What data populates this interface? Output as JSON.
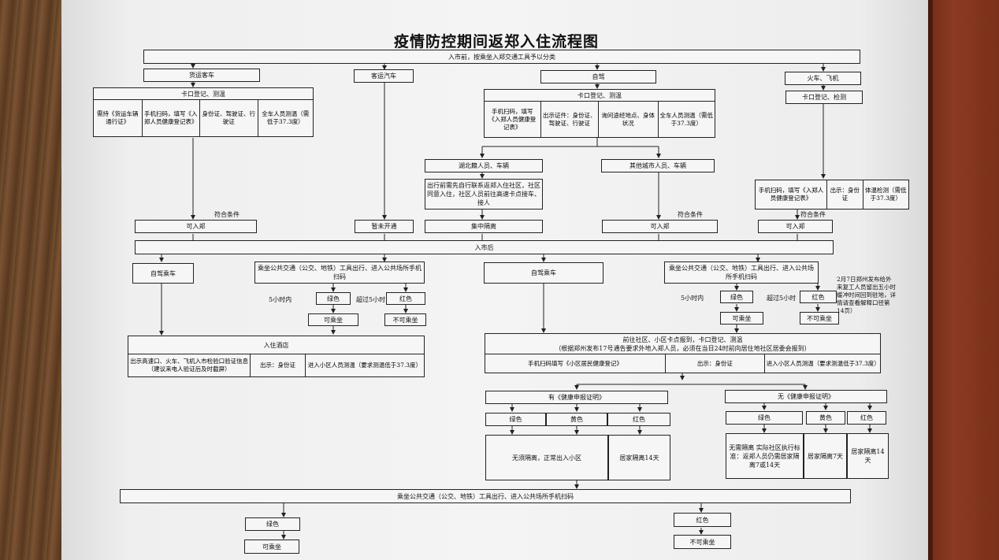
{
  "title": "疫情防控期间返郑入住流程图",
  "top_bar": "入市前，按乘坐入郑交通工具予以分类",
  "categories": {
    "freight": "货运客车",
    "bus": "客运汽车",
    "self_drive": "自驾",
    "train_plane": "火车、飞机"
  },
  "checkpoints": {
    "freight": "卡口登记、测温",
    "self_drive": "卡口登记、测温",
    "train_plane": "卡口登记、检测"
  },
  "freight_cells": [
    "需持《货运车辆通行证》",
    "手机扫码，填写《入郑人员健康登记表》",
    "身份证、驾驶证、行驶证",
    "全车人员测温（需低于37.3度）"
  ],
  "self_cells": [
    "手机扫码，填写《入郑人员健康登记表》",
    "出示证件：身份证、驾驶证、行驶证",
    "询问途经地点、身体状况",
    "全车人员测温（需低于37.3度）"
  ],
  "hubei": "湖北籍人员、车辆",
  "other_city": "其他城市人员、车辆",
  "hubei_note": "出行前需先自行联系返郑入住社区，社区同意入住，社区人员前往高速卡点接车、接人",
  "train_cells": [
    "手机扫码，填写《入郑人员健康登记表》",
    "出示：身份证",
    "体温检测（需低于37.3度）"
  ],
  "meet_condition": "符合条件",
  "can_enter": "可入郑",
  "bus_suspended": "暂未开通",
  "quarantine": "集中隔离",
  "enter_bar": "入市后",
  "self_drive_car": "自驾乘车",
  "public_transit": "乘坐公共交通（公交、地铁）工具出行、进入公共场所手机扫码",
  "within5": "5小时内",
  "over5": "超过5小时",
  "over5b": "超过5小时",
  "green": "绿色",
  "red": "红色",
  "yellow": "黄色",
  "can_ride": "可乘坐",
  "cannot_ride": "不可乘坐",
  "hotel": "入住酒店",
  "hotel_cells": [
    "出示高速口、火车、飞机入市检验口验证信息（建议来电人验证后及时截屏）",
    "出示：身份证",
    "进入小区人员测温（要求测温低于37.3度）"
  ],
  "community_title": "前往社区、小区卡点报到，卡口登记、测温",
  "community_sub": "（根据郑州发布17号通告要求外地入郑人员，必须在当日24时前向居住地社区居委会报到）",
  "community_cells": [
    "手机扫码填写《小区居民健康登记》",
    "出示：身份证",
    "进入小区人员测温（要求测温低于37.3度）"
  ],
  "has_cert": "有《健康申报证明》",
  "no_cert": "无《健康申报证明》",
  "no_isolation": "无须隔离，正常出入小区",
  "home14": "居家隔离14天",
  "no_isolation2": "无需隔离    实际社区执行标准：返郑人员仍需居家隔离7或14天",
  "home7": "居家隔离7天",
  "side_note": "2月7日郑州发布给外来复工人员留出五小时缓冲时间回到驻地，详情请查看解释口径第14页）",
  "bottom_bar": "乘坐公共交通（公交、地铁）工具出行、进入公共场所手机扫码"
}
